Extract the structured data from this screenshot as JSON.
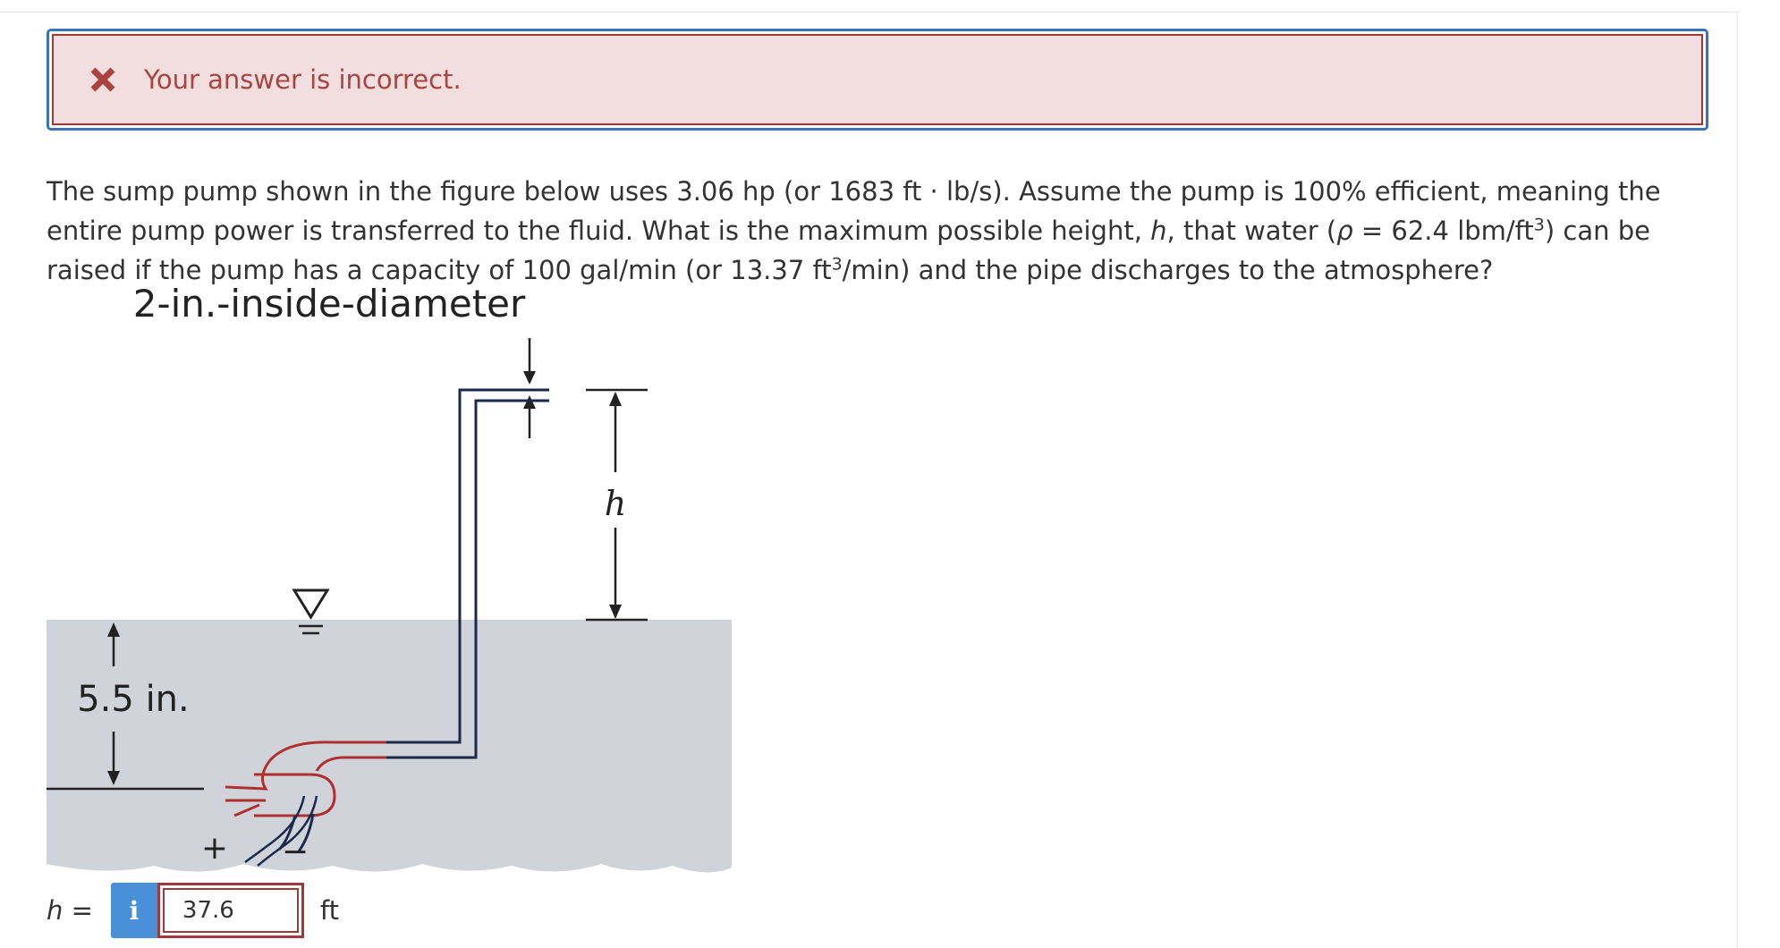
{
  "feedback": {
    "icon": "x-mark-icon",
    "message": "Your answer is incorrect.",
    "colors": {
      "border": "#3b73b9",
      "background": "#f2dede",
      "text": "#a94442"
    }
  },
  "question": {
    "part1": "The sump pump shown in the figure below uses 3.06 hp (or 1683 ft · lb/s). Assume the pump is 100% efficient, meaning the entire pump power is transferred to the fluid. What is the maximum possible height, ",
    "var_h": "h",
    "part2": ", that water (",
    "var_rho": "ρ",
    "part3": " = 62.4 lbm/ft",
    "sup1": "3",
    "part4": ") can be raised if the pump has a capacity of 100 gal/min (or 13.37 ft",
    "sup2": "3",
    "part5": "/min) and the pipe discharges to the atmosphere?"
  },
  "figure": {
    "pipe_label": "2-in.-inside-diameter",
    "depth_label": "5.5 in.",
    "height_label": "h",
    "plus_sign": "+",
    "minus_sign": "−"
  },
  "answer": {
    "label_var": "h",
    "label_eq": " =",
    "info_icon": "info-icon",
    "info_glyph": "i",
    "value": "37.6",
    "units": "ft"
  }
}
